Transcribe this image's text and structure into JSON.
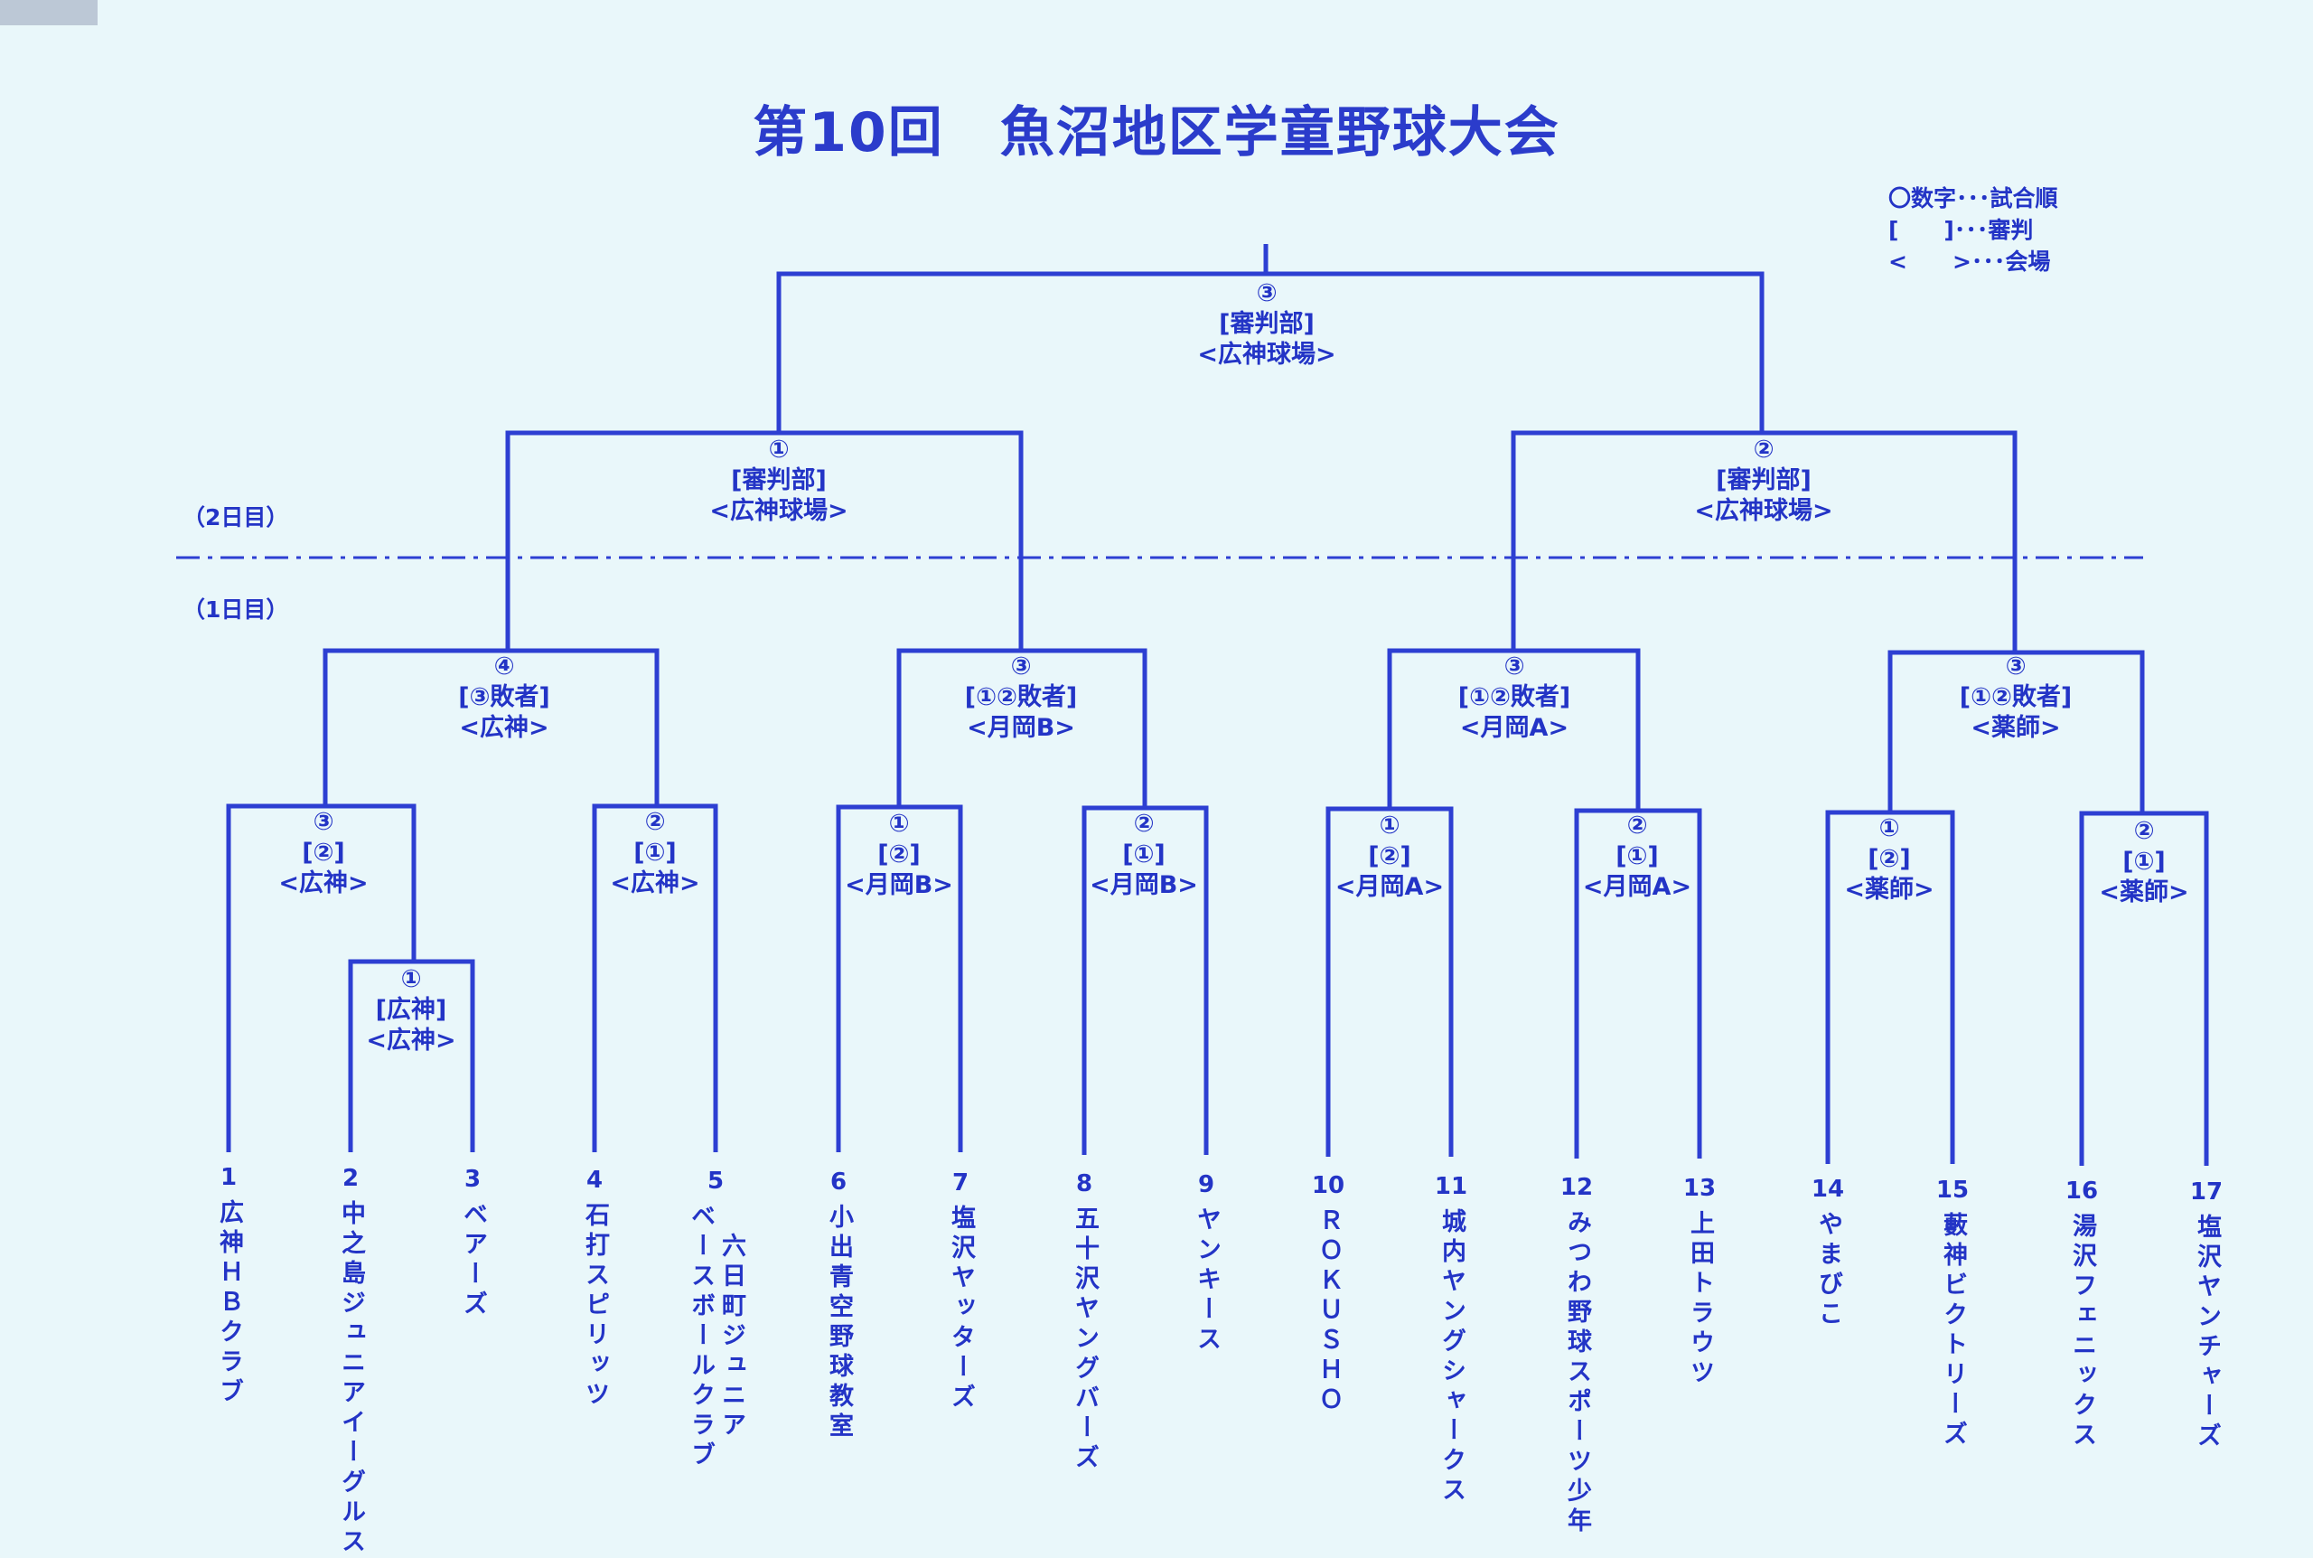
{
  "title": "第10回　魚沼地区学童野球大会",
  "legend": [
    "〇数字･･･試合順",
    "[　　]･･･審判",
    "<　　>･･･会場"
  ],
  "day_labels": {
    "day2": "（2日目）",
    "day1": "（1日目）"
  },
  "matches": {
    "final": {
      "order": "③",
      "umpire": "[審判部]",
      "venue": "<広神球場>"
    },
    "semi_left": {
      "order": "①",
      "umpire": "[審判部]",
      "venue": "<広神球場>"
    },
    "semi_right": {
      "order": "②",
      "umpire": "[審判部]",
      "venue": "<広神球場>"
    },
    "q1": {
      "order": "④",
      "umpire": "[③敗者]",
      "venue": "<広神>"
    },
    "q2": {
      "order": "③",
      "umpire": "[①②敗者]",
      "venue": "<月岡B>"
    },
    "q3": {
      "order": "③",
      "umpire": "[①②敗者]",
      "venue": "<月岡A>"
    },
    "q4": {
      "order": "③",
      "umpire": "[①②敗者]",
      "venue": "<薬師>"
    },
    "r1_13": {
      "order": "③",
      "umpire": "[②]",
      "venue": "<広神>"
    },
    "r0_23": {
      "order": "①",
      "umpire": "[広神]",
      "venue": "<広神>"
    },
    "r1_45": {
      "order": "②",
      "umpire": "[①]",
      "venue": "<広神>"
    },
    "r1_67": {
      "order": "①",
      "umpire": "[②]",
      "venue": "<月岡B>"
    },
    "r1_89": {
      "order": "②",
      "umpire": "[①]",
      "venue": "<月岡B>"
    },
    "r1_1011": {
      "order": "①",
      "umpire": "[②]",
      "venue": "<月岡A>"
    },
    "r1_1213": {
      "order": "②",
      "umpire": "[①]",
      "venue": "<月岡A>"
    },
    "r1_1415": {
      "order": "①",
      "umpire": "[②]",
      "venue": "<薬師>"
    },
    "r1_1617": {
      "order": "②",
      "umpire": "[①]",
      "venue": "<薬師>"
    }
  },
  "teams": [
    {
      "num": "1",
      "cols": [
        "広神ＨＢクラブ"
      ]
    },
    {
      "num": "2",
      "cols": [
        "中之島ジュニアイーグルス"
      ]
    },
    {
      "num": "3",
      "cols": [
        "ベアーズ"
      ]
    },
    {
      "num": "4",
      "cols": [
        "石打スピリッツ"
      ]
    },
    {
      "num": "5",
      "cols": [
        "六日町ジュニア",
        "ベースボールクラブ"
      ]
    },
    {
      "num": "6",
      "cols": [
        "小出青空野球教室"
      ]
    },
    {
      "num": "7",
      "cols": [
        "塩沢ヤッターズ"
      ]
    },
    {
      "num": "8",
      "cols": [
        "五十沢ヤングバーズ"
      ]
    },
    {
      "num": "9",
      "cols": [
        "ヤンキース"
      ]
    },
    {
      "num": "10",
      "cols": [
        "ＲＯＫＵＳＨＯ"
      ]
    },
    {
      "num": "11",
      "cols": [
        "城内ヤングシャークス"
      ]
    },
    {
      "num": "12",
      "cols": [
        "みつわ野球スポーツ少年"
      ]
    },
    {
      "num": "13",
      "cols": [
        "上田トラウツ"
      ]
    },
    {
      "num": "14",
      "cols": [
        "やまびこ"
      ]
    },
    {
      "num": "15",
      "cols": [
        "藪神ビクトリーズ"
      ]
    },
    {
      "num": "16",
      "cols": [
        "湯沢フェニックス"
      ]
    },
    {
      "num": "17",
      "cols": [
        "塩沢ヤンチャーズ"
      ]
    }
  ]
}
